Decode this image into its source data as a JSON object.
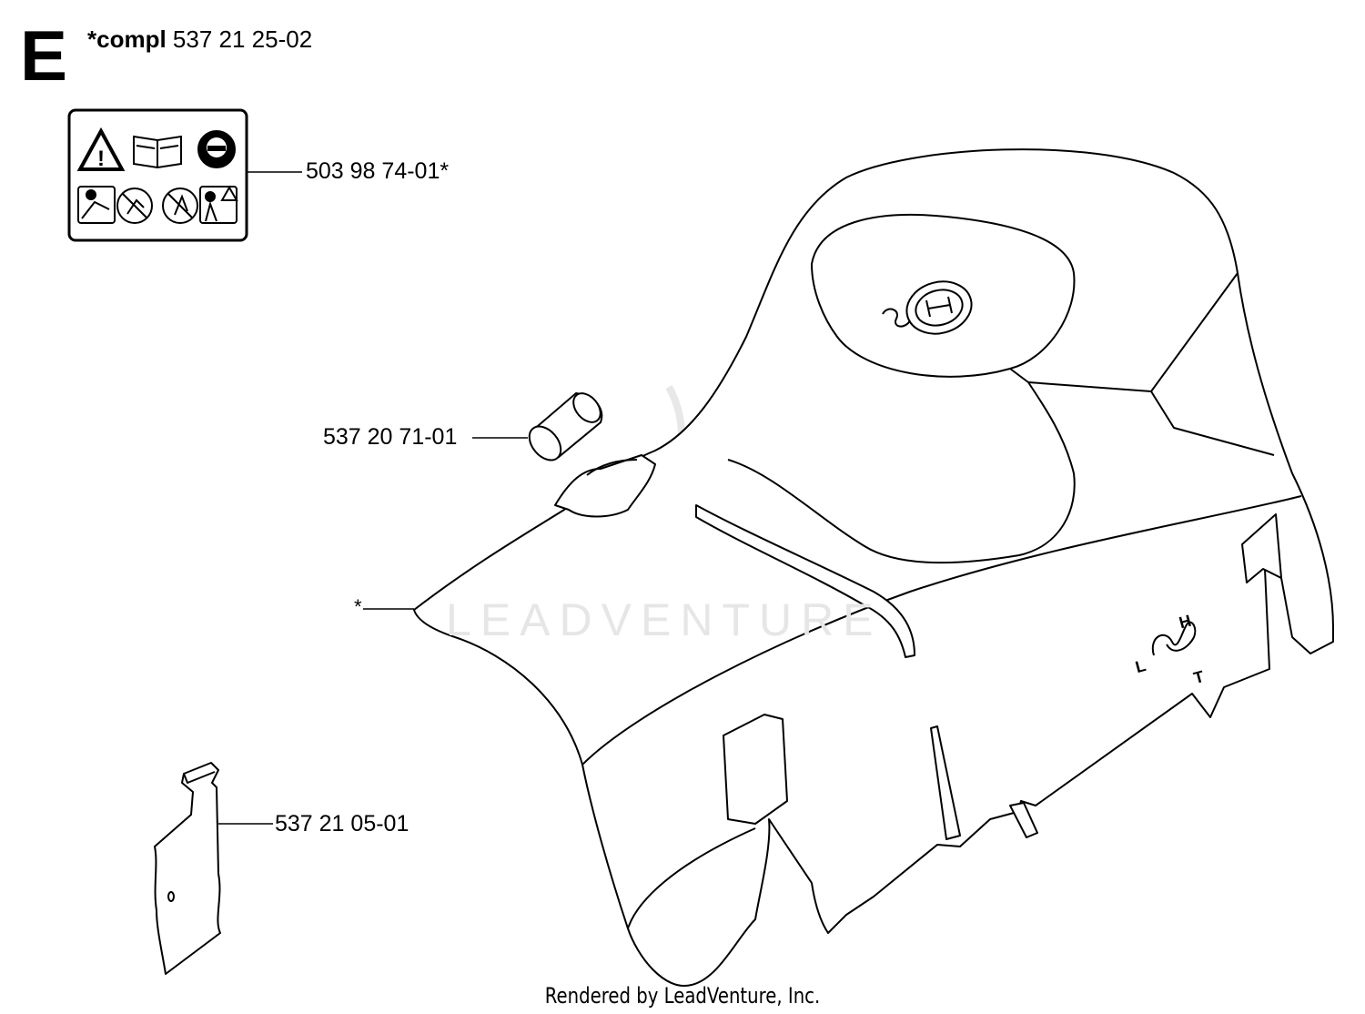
{
  "section": {
    "letter": "E"
  },
  "assembly": {
    "prefix": "*compl",
    "number": "537 21 25-02"
  },
  "parts": [
    {
      "id": "decal",
      "label": "503 98 74-01*"
    },
    {
      "id": "grommet",
      "label": "537 20 71-01"
    },
    {
      "id": "cover",
      "label": "*"
    },
    {
      "id": "plate",
      "label": "537 21 05-01"
    }
  ],
  "cover_markings": {
    "left": "L",
    "right": "H",
    "bottom": "T"
  },
  "watermark": "LEADVENTURE",
  "footer": "Rendered by LeadVenture, Inc."
}
